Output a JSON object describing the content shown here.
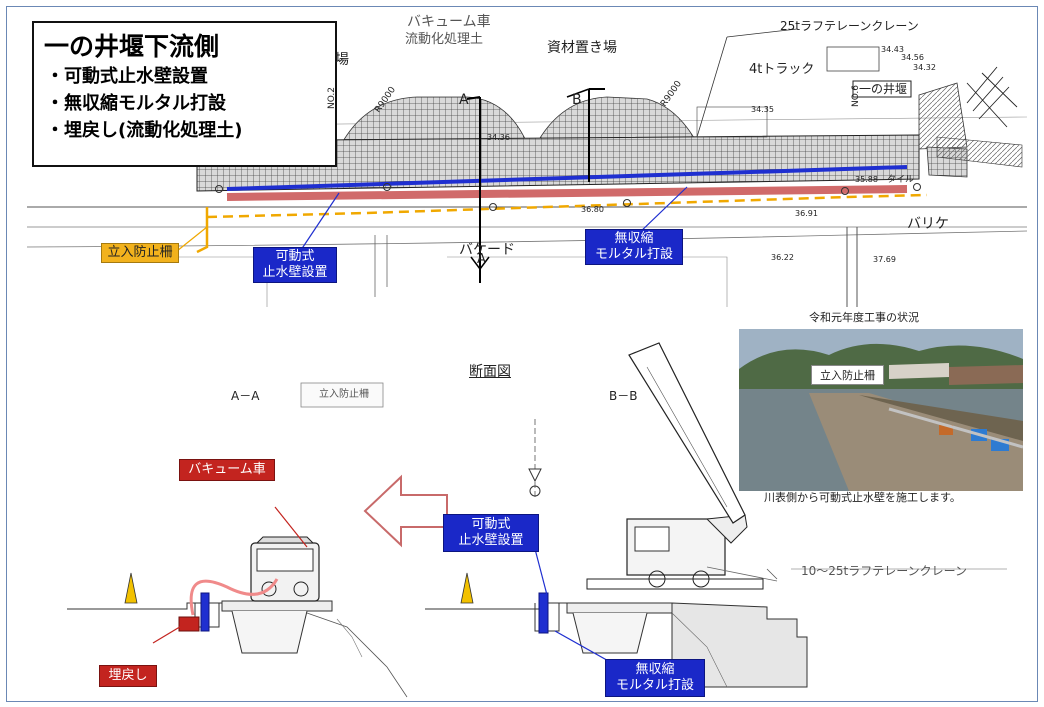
{
  "title": {
    "heading": "一の井堰下流側",
    "bullets": [
      "・可動式止水壁設置",
      "・無収縮モルタル打設",
      "・埋戻し(流動化処理土)"
    ]
  },
  "plan": {
    "vacuum_truck": "バキューム車",
    "fluidized_soil": "流動化処理土",
    "material_yard": "資材置き場",
    "crane_25t": "25tラフテレーンクレーン",
    "truck_4t": "4tトラック",
    "ichinoi_weir": "一の井堰",
    "yard_partial": "場",
    "barricade_partial": "バケード",
    "barricade_right": "バリケ",
    "tile": "タイル",
    "section_a": "A",
    "section_b": "B",
    "no2": "NO.2",
    "no6": "NO.6",
    "r9000": "R9000",
    "levels": [
      "34.35",
      "34.36",
      "34.43",
      "34.56",
      "34.32",
      "35.88",
      "36.80",
      "36.91",
      "37.69",
      "36.22"
    ]
  },
  "callouts": {
    "movable_wall": "可動式\n止水壁設置",
    "non_shrink_mortar": "無収縮\nモルタル打設",
    "entry_fence": "立入防止柵",
    "vacuum_truck": "バキューム車",
    "backfill": "埋戻し"
  },
  "section": {
    "title": "断面図",
    "aa": "A－A",
    "bb": "B－B",
    "fence_tag": "立入防止柵",
    "crane_range": "10～25tラフテレーンクレーン"
  },
  "photo": {
    "caption_top": "令和元年度工事の状況",
    "label": "立入防止柵",
    "caption_bottom": "川表側から可動式止水壁を施工します。"
  },
  "colors": {
    "blue_callout": "#1a28c8",
    "red_callout": "#c3241f",
    "yellow_callout": "#f2b21d",
    "wall_blue": "#1f2fd0",
    "wall_red": "#d06a6a"
  }
}
